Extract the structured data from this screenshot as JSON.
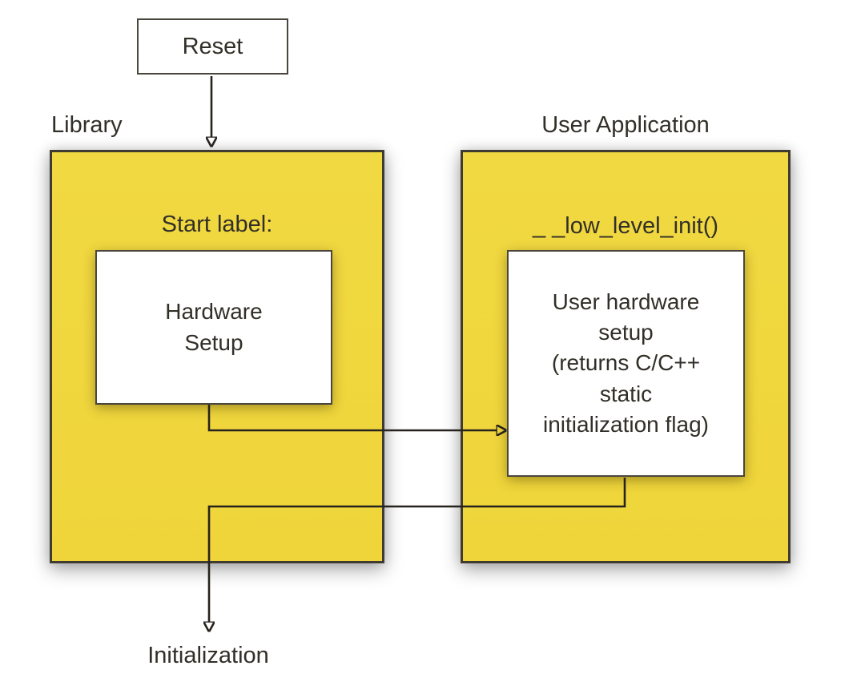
{
  "colors": {
    "panel_fill": "#F0D73D",
    "panel_border": "#3F3B33",
    "box_fill": "#FFFFFF",
    "box_border": "#4A463E",
    "line": "#26221E",
    "text": "#322E28",
    "background": "#FFFFFF"
  },
  "reset_box": {
    "label": "Reset"
  },
  "library": {
    "title": "Library",
    "start_label": "Start label:",
    "hardware_setup_box": "Hardware\nSetup"
  },
  "user_application": {
    "title": "User Application",
    "function_label": "_ _low_level_init()",
    "hardware_setup_box": "User hardware\nsetup\n(returns C/C++\nstatic\ninitialization flag)"
  },
  "initialization_label": "Initialization",
  "arrows": {
    "reset_to_library": "Reset flows into Library Hardware Setup",
    "hardware_setup_to_user_hardware_setup": "Hardware Setup calls _ _low_level_init() user hardware setup",
    "user_hardware_setup_to_initialization": "User hardware setup returns flag, proceeds to Initialization"
  }
}
